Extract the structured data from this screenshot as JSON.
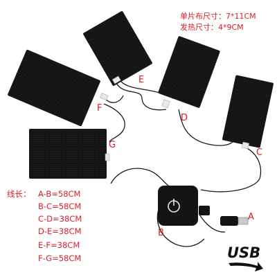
{
  "spec": {
    "size_line": "单片布尺寸：7*11CM",
    "heat_line": "发热尺寸：4*9CM"
  },
  "pad_labels": {
    "a": "A",
    "b": "B",
    "c": "C",
    "d": "D",
    "e": "E",
    "f": "F",
    "g": "G"
  },
  "wire_lengths": {
    "title": "线长：",
    "items": [
      "A-B=58CM",
      "B-C=58CM",
      "C-D=38CM",
      "D-E=38CM",
      "E-F=38CM",
      "F-G=58CM"
    ]
  },
  "usb_logo": {
    "text": "USB"
  },
  "colors": {
    "label_red": "#d81e2a",
    "pad_black": "#151515",
    "wire": "#1a1a1a"
  }
}
